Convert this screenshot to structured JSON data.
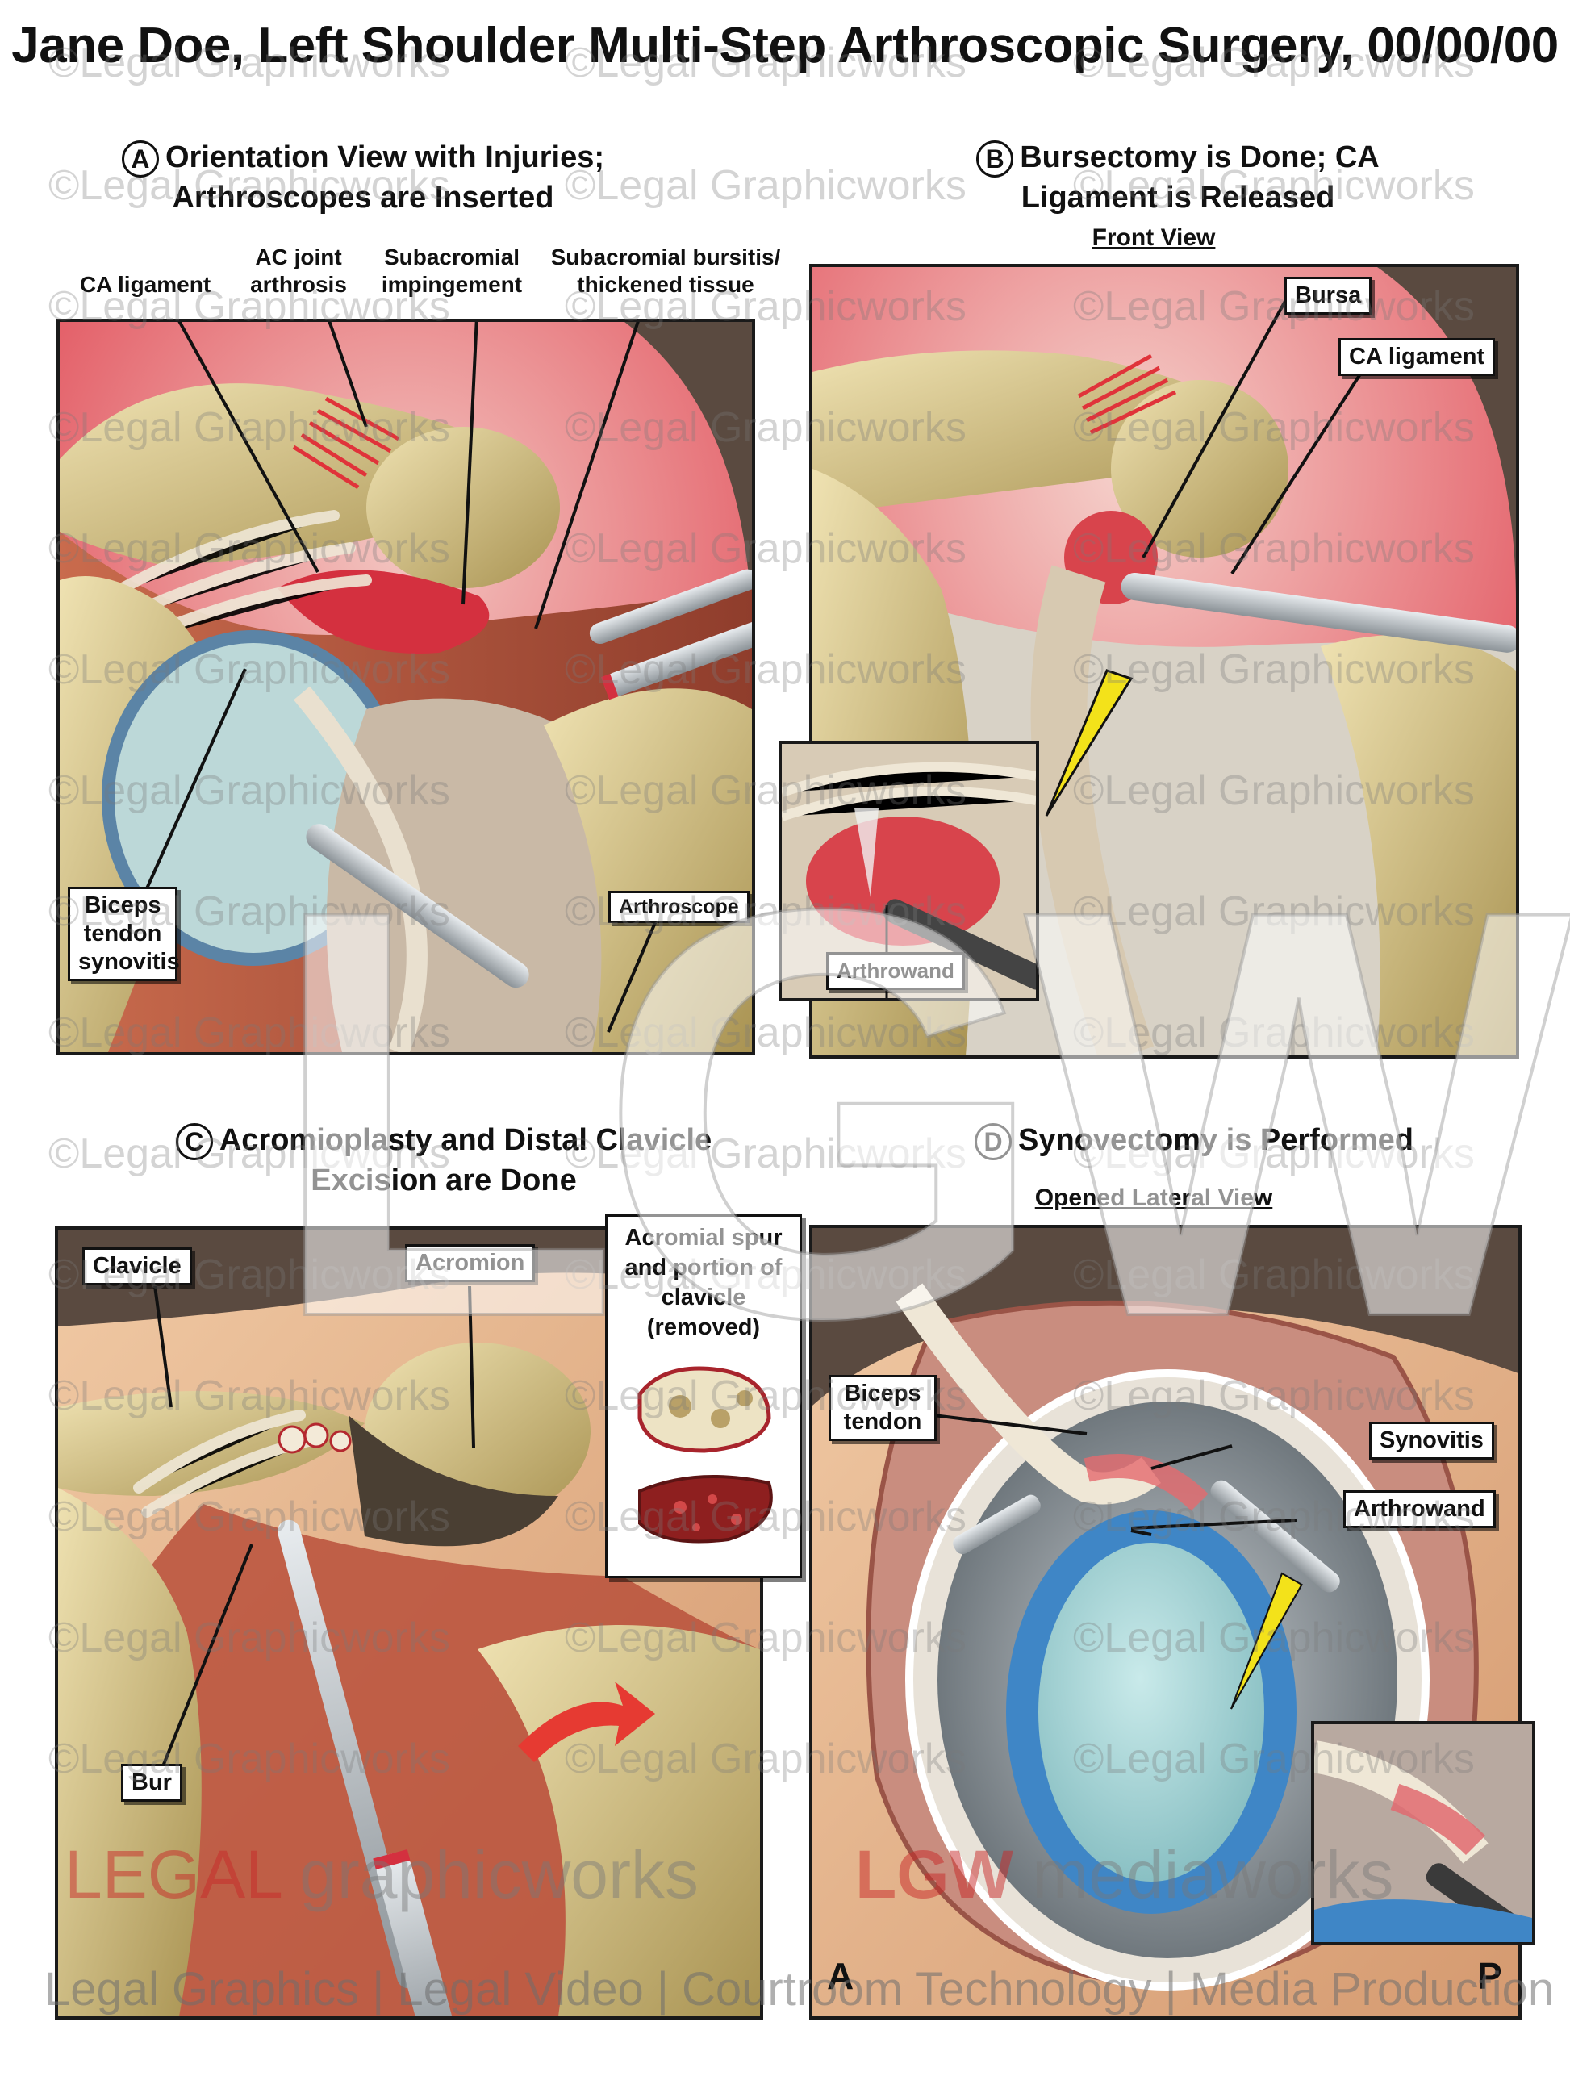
{
  "title": "Jane Doe, Left Shoulder Multi-Step Arthroscopic Surgery, 00/00/00",
  "panels": {
    "a": {
      "letter": "A",
      "title_line1": "Orientation View with Injuries;",
      "title_line2": "Arthroscopes are Inserted",
      "labels": {
        "ca_ligament": "CA ligament",
        "ac_joint": "AC joint arthrosis",
        "subacromial_impingement": "Subacromial impingement",
        "bursitis": "Subacromial bursitis/ thickened tissue",
        "biceps_synovitis": "Biceps tendon synovitis",
        "arthroscope": "Arthroscope"
      }
    },
    "b": {
      "letter": "B",
      "title_line1": "Bursectomy is Done; CA",
      "title_line2": "Ligament is Released",
      "subtitle": "Front View",
      "labels": {
        "bursa": "Bursa",
        "ca_ligament": "CA ligament",
        "arthrowand": "Arthrowand"
      }
    },
    "c": {
      "letter": "C",
      "title_line1": "Acromioplasty and Distal Clavicle",
      "title_line2": "Excision are Done",
      "labels": {
        "clavicle": "Clavicle",
        "acromion": "Acromion",
        "bur": "Bur",
        "removed": "Acromial spur and portion of clavicle (removed)"
      }
    },
    "d": {
      "letter": "D",
      "title_line1": "Synovectomy is Performed",
      "subtitle": "Opened Lateral View",
      "labels": {
        "biceps_tendon": "Biceps tendon",
        "synovitis": "Synovitis",
        "arthrowand": "Arthrowand",
        "anterior": "A",
        "posterior": "P"
      }
    }
  },
  "watermarks": {
    "repeat": "©Legal Graphicworks",
    "center": "LGW",
    "logo_left_red": "LEGAL",
    "logo_left_gray": "graphicworks",
    "logo_right_red": "LGW",
    "logo_right_gray": "mediaworks",
    "footer": "Legal Graphics | Legal Video | Courtroom Technology | Media Production"
  },
  "colors": {
    "bone": "#d9c48a",
    "muscle": "#b0553e",
    "inflamed": "#e0394a",
    "cartilage": "#a8d7d6",
    "labrum": "#3f86c6",
    "ligament": "#efe7d6",
    "instrument": "#b9bfc4",
    "pointer": "#f3e21a"
  }
}
